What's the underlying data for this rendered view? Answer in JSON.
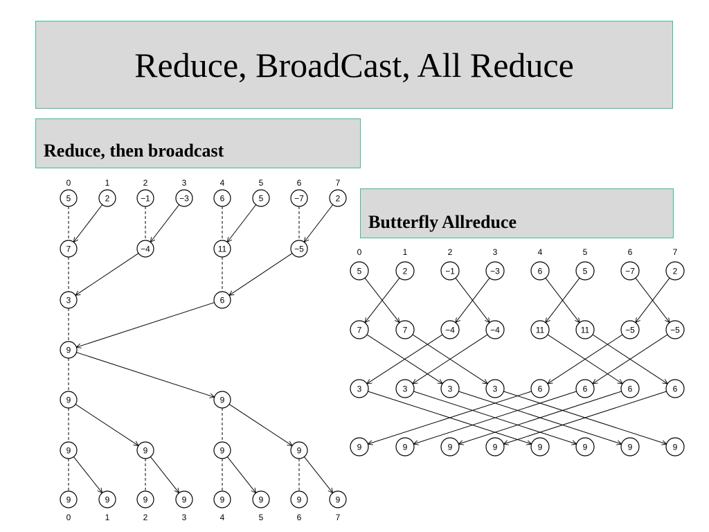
{
  "title": "Reduce, BroadCast, All Reduce",
  "reduce_broadcast": {
    "label": "Reduce, then broadcast",
    "indices": [
      "0",
      "1",
      "2",
      "3",
      "4",
      "5",
      "6",
      "7"
    ],
    "levels": [
      [
        "5",
        "2",
        "−1",
        "−3",
        "6",
        "5",
        "−7",
        "2"
      ],
      [
        "7",
        "",
        "−4",
        "",
        "11",
        "",
        "−5",
        ""
      ],
      [
        "3",
        "",
        "",
        "",
        "6",
        "",
        "",
        ""
      ],
      [
        "9",
        "",
        "",
        "",
        "",
        "",
        "",
        ""
      ],
      [
        "9",
        "",
        "",
        "",
        "9",
        "",
        "",
        ""
      ],
      [
        "9",
        "",
        "9",
        "",
        "9",
        "",
        "9",
        ""
      ],
      [
        "9",
        "9",
        "9",
        "9",
        "9",
        "9",
        "9",
        "9"
      ]
    ]
  },
  "butterfly": {
    "label": "Butterfly Allreduce",
    "indices": [
      "0",
      "1",
      "2",
      "3",
      "4",
      "5",
      "6",
      "7"
    ],
    "levels": [
      [
        "5",
        "2",
        "−1",
        "−3",
        "6",
        "5",
        "−7",
        "2"
      ],
      [
        "7",
        "7",
        "−4",
        "−4",
        "11",
        "11",
        "−5",
        "−5"
      ],
      [
        "3",
        "3",
        "3",
        "3",
        "6",
        "6",
        "6",
        "6"
      ],
      [
        "9",
        "9",
        "9",
        "9",
        "9",
        "9",
        "9",
        "9"
      ]
    ]
  }
}
